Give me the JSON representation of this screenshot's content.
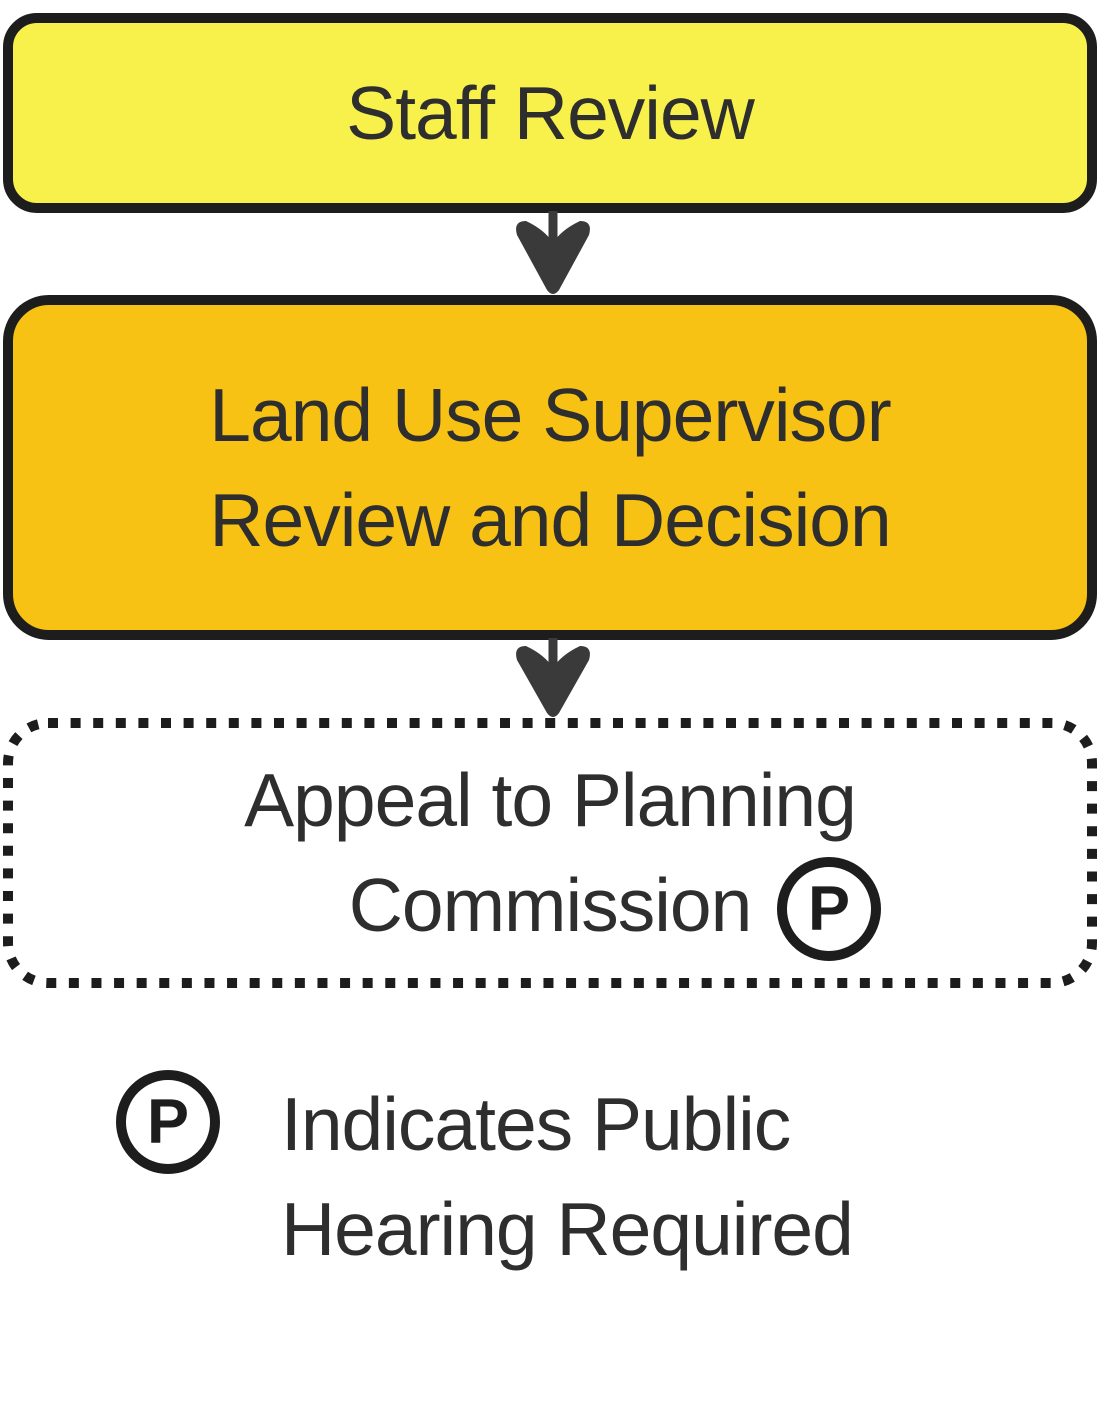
{
  "flowchart": {
    "nodes": [
      {
        "id": "staff-review",
        "label": "Staff Review",
        "shape": "rounded-rect",
        "border_style": "solid",
        "fill": "#F9F14B"
      },
      {
        "id": "land-use-supervisor",
        "line1": "Land Use Supervisor",
        "line2": "Review and Decision",
        "shape": "rounded-rect",
        "border_style": "solid",
        "fill": "#F7C213"
      },
      {
        "id": "appeal-planning-commission",
        "line1": "Appeal to Planning",
        "line2": "Commission",
        "shape": "rounded-rect",
        "border_style": "dashed",
        "fill": "#FFFFFF",
        "public_hearing": true
      }
    ],
    "connectors": [
      {
        "from": "staff-review",
        "to": "land-use-supervisor",
        "type": "arrow-down"
      },
      {
        "from": "land-use-supervisor",
        "to": "appeal-planning-commission",
        "type": "arrow-down"
      }
    ],
    "badge_letter": "P"
  },
  "legend": {
    "symbol": "P",
    "line1": "Indicates Public",
    "line2": "Hearing Required"
  },
  "colors": {
    "bg": "#FFFFFF",
    "node-yellow": "#F9F14B",
    "node-amber": "#F7C213",
    "border": "#1D1D1D",
    "arrow": "#3A3A3A",
    "text": "#2E2E2E"
  }
}
